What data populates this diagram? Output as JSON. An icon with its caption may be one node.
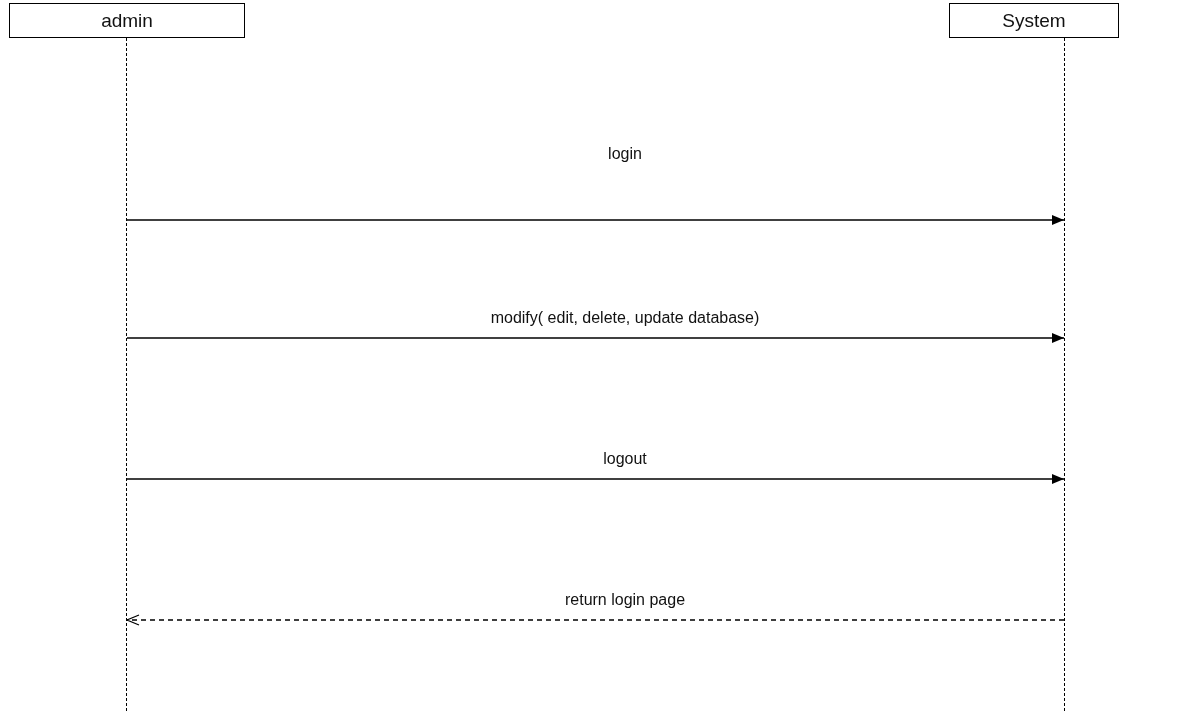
{
  "diagram": {
    "nodes": [
      {
        "text": [
          "admin"
        ]
      },
      {
        "text": [
          "System"
        ]
      },
      {
        "text": [],
        "shape": "bar"
      },
      {
        "text": [],
        "shape": "bar"
      }
    ],
    "edges": [
      {
        "from": 2,
        "to": 3,
        "arrow": "to",
        "label": "login"
      },
      {
        "from": 2,
        "to": 3,
        "arrow": "to",
        "label": "modify( edit, delete, update database)"
      },
      {
        "from": 2,
        "to": 3,
        "arrow": "to",
        "label": "logout"
      },
      {
        "from": 3,
        "to": 2,
        "arrow": "to",
        "label": "return login page",
        "style": "dashed"
      }
    ]
  }
}
